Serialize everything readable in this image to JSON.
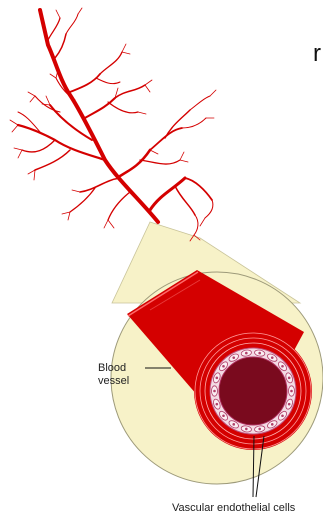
{
  "labels": {
    "blood_line1": "Blood",
    "blood_line2": "vessel",
    "vascular": "Vascular endothelial cells",
    "fragment": "r"
  },
  "colors": {
    "vessel_red": "#d40000",
    "lumen_dark": "#7a0a1e",
    "magnified_bg": "#f7f2c8",
    "cell_white": "#f3dbe4"
  },
  "endothelial_cell_count": 18
}
